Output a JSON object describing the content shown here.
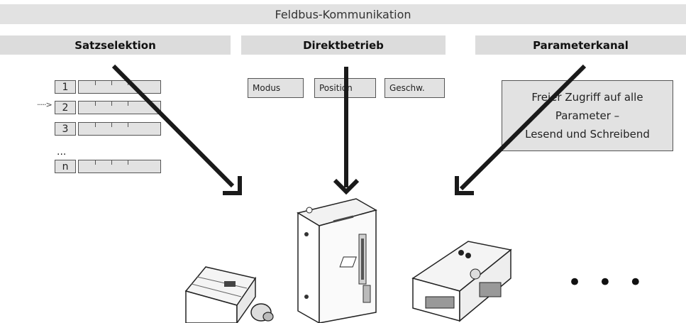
{
  "banner": {
    "title": "Feldbus-Kommunikation"
  },
  "columns": {
    "satz": {
      "title": "Satzselektion"
    },
    "direkt": {
      "title": "Direktbetrieb"
    },
    "param": {
      "title": "Parameterkanal"
    }
  },
  "records": {
    "items": [
      "1",
      "2",
      "3",
      "n"
    ],
    "ellipsis": "...",
    "pointer": "·····>"
  },
  "modes": [
    "Modus",
    "Position",
    "Geschw."
  ],
  "param_box": {
    "line1": "Freier Zugriff auf alle",
    "line2": "Parameter –",
    "line3": "Lesend und Schreibend"
  },
  "more_devices": "• • •",
  "colors": {
    "box_fill": "#e2e2e2",
    "header_fill": "#dcdcdc",
    "arrow": "#1a1a1a"
  }
}
